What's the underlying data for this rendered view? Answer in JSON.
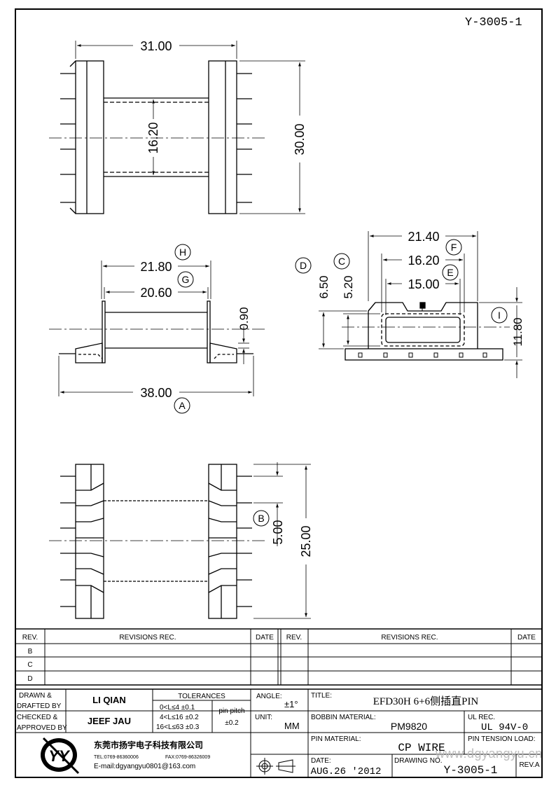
{
  "drawing_id": "Y-3005-1",
  "dimensions": {
    "top_width": "31.00",
    "top_height": "30.00",
    "top_inner": "16.20",
    "side_h": "21.80",
    "side_g": "20.60",
    "side_thick": "0.90",
    "side_a": "38.00",
    "end_overall": "21.40",
    "end_f": "16.20",
    "end_e": "15.00",
    "end_d": "6.50",
    "end_c": "5.20",
    "end_i": "11.80",
    "bottom_b": "5.00",
    "bottom_total": "25.00"
  },
  "callouts": {
    "A": "A",
    "B": "B",
    "C": "C",
    "D": "D",
    "E": "E",
    "F": "F",
    "G": "G",
    "H": "H",
    "I": "I"
  },
  "revisions": {
    "col_rev": "REV.",
    "col_rev_rec": "REVISIONS    REC.",
    "col_date": "DATE",
    "rows": [
      "B",
      "C",
      "D"
    ]
  },
  "titleblock": {
    "drawn_label_1": "DRAWN  &",
    "drawn_label_2": "DRAFTED BY",
    "drawn_value": "LI QIAN",
    "checked_label_1": "CHECKED &",
    "checked_label_2": "APPROVED BY",
    "checked_value": "JEEF JAU",
    "tolerances_label": "TOLERANCES",
    "tol_1": "0<L≤4    ±0.1",
    "tol_2": "4<L≤16  ±0.2",
    "tol_3": "16<L≤63  ±0.3",
    "pin_pitch_label": "pin pitch",
    "pin_pitch_value": "±0.2",
    "angle_label": "ANGLE:",
    "angle_value": "±1°",
    "unit_label": "UNIT:",
    "unit_value": "MM",
    "title_label": "TITLE:",
    "title_value": "EFD30H 6+6侧插直PIN",
    "bobbin_label": "BOBBIN MATERIAL:",
    "bobbin_value": "PM9820",
    "ul_label": "UL REC.",
    "ul_value": "UL 94V-0",
    "pin_material_label": "PIN MATERIAL:",
    "pin_material_value": "CP WIRE",
    "pin_tension_label": "PIN TENSION LOAD:",
    "date_label": "DATE:",
    "date_value": "AUG.26 '2012",
    "drawing_no_label": "DRAWING NO.",
    "drawing_no_value": "Y-3005-1",
    "rev_label": "REV.A",
    "company_name": "东莞市扬宇电子科技有限公司",
    "company_tel": "TEL:0769-86360006",
    "company_fax": "FAX:0769-86326009",
    "company_email": "E-mail:dgyangyu0801@163.com",
    "logo_letters": "YY"
  },
  "watermark": "www.dgyangyu.cn"
}
